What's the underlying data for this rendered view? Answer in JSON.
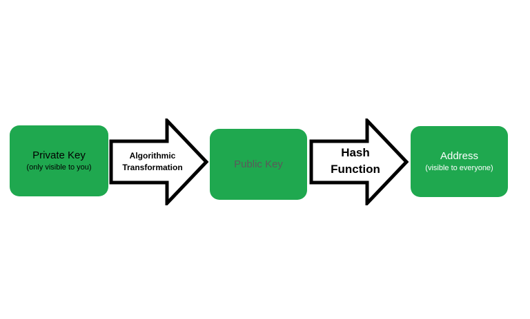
{
  "diagram": {
    "colors": {
      "box_fill": "#1fa84f",
      "arrow_fill": "#ffffff",
      "arrow_stroke": "#000000",
      "private_key_text": "#000000",
      "public_key_text": "#5a5a5a",
      "address_text": "#ffffff"
    },
    "private_key": {
      "title": "Private Key",
      "subtitle": "(only visible to you)"
    },
    "algorithmic_arrow": {
      "line1": "Algorithmic",
      "line2": "Transformation"
    },
    "public_key": {
      "title": "Public Key"
    },
    "hash_arrow": {
      "line1": "Hash",
      "line2": "Function"
    },
    "address": {
      "title": "Address",
      "subtitle": "(visible to everyone)"
    }
  }
}
